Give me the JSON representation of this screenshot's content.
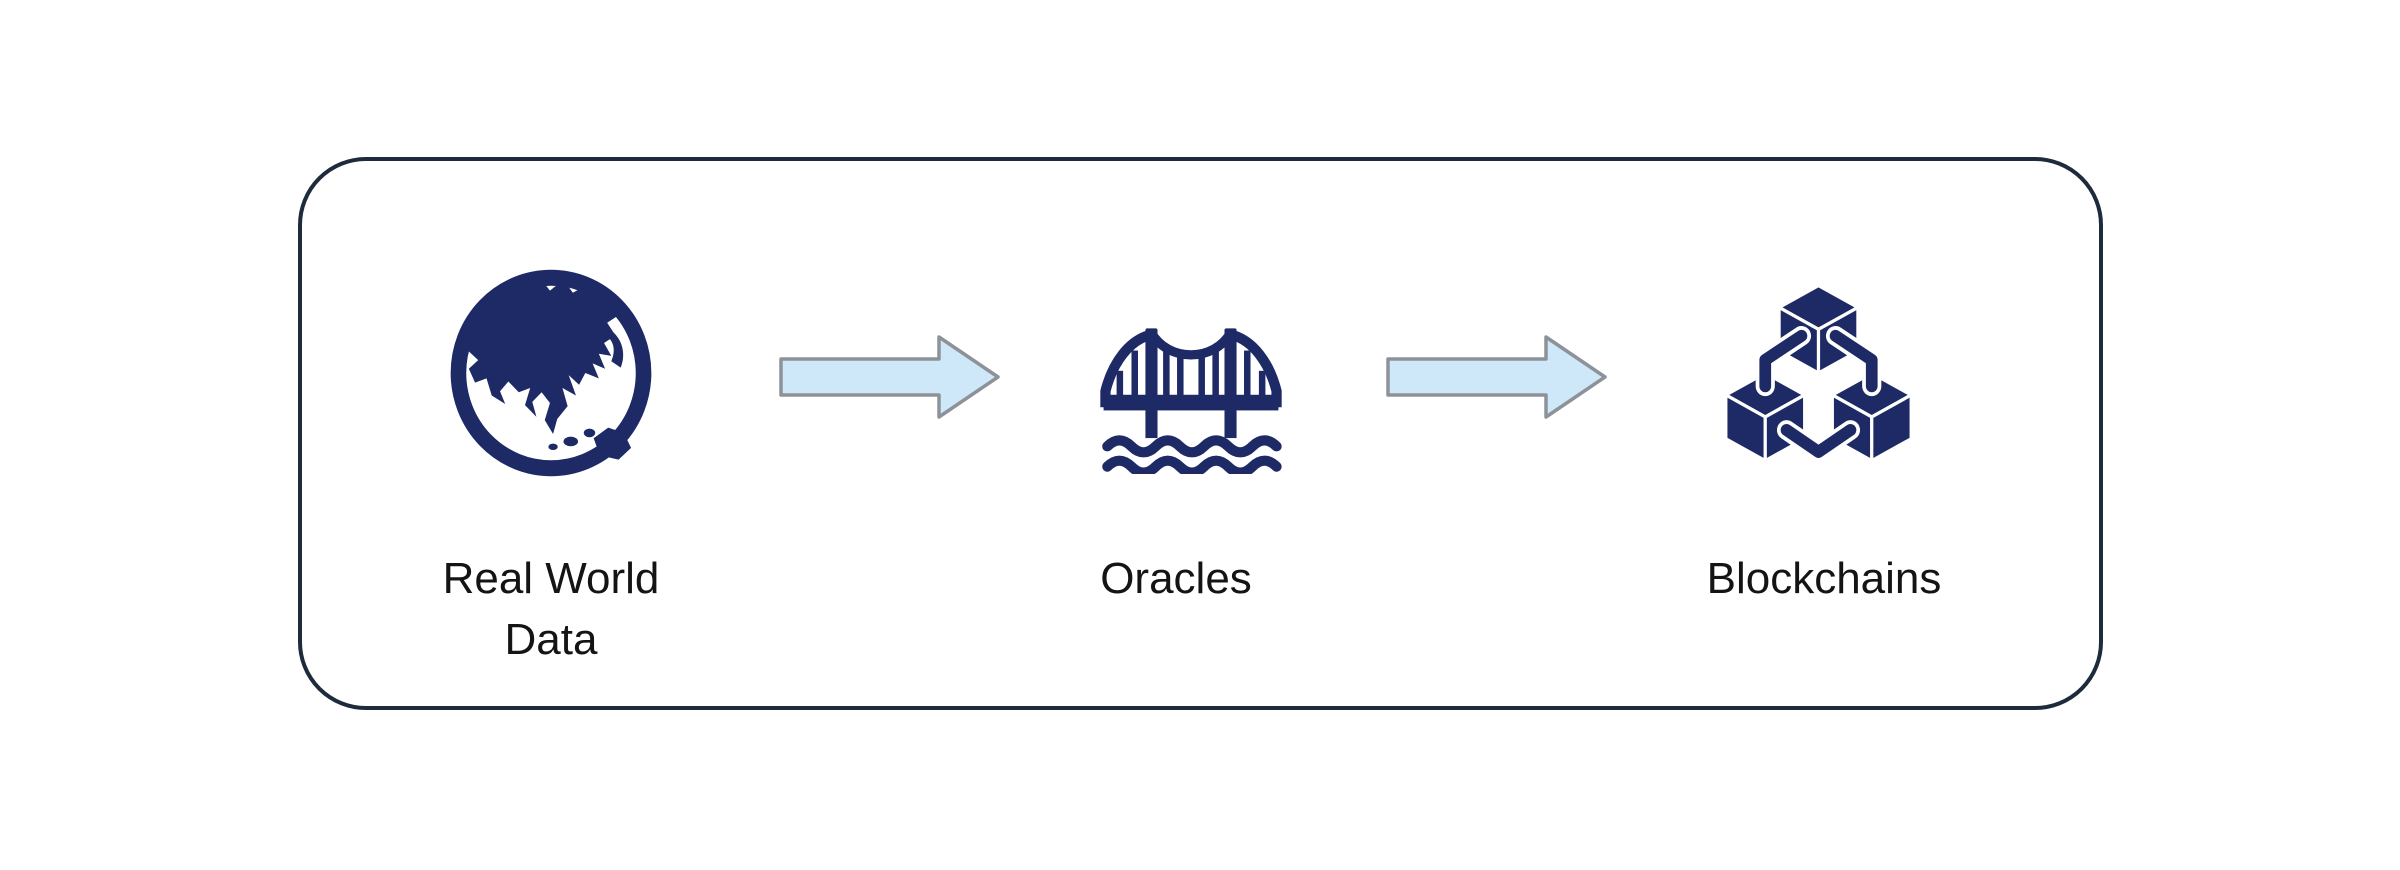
{
  "diagram": {
    "nodes": [
      {
        "id": "real-world-data",
        "label": "Real World Data",
        "label_line1": "Real World",
        "label_line2": "Data",
        "icon": "globe-icon"
      },
      {
        "id": "oracles",
        "label": "Oracles",
        "icon": "suspension-bridge-icon"
      },
      {
        "id": "blockchains",
        "label": "Blockchains",
        "icon": "linked-cubes-icon"
      }
    ],
    "arrows": [
      {
        "from": "Real World Data",
        "to": "Oracles",
        "direction": "right"
      },
      {
        "from": "Oracles",
        "to": "Blockchains",
        "direction": "right"
      }
    ],
    "colors": {
      "icon_navy": "#1e2a66",
      "frame_navy": "#1d2b3d",
      "arrow_fill": "#cfe8f9",
      "arrow_stroke": "#8d9299",
      "label_text": "#141414",
      "background": "#ffffff"
    }
  }
}
